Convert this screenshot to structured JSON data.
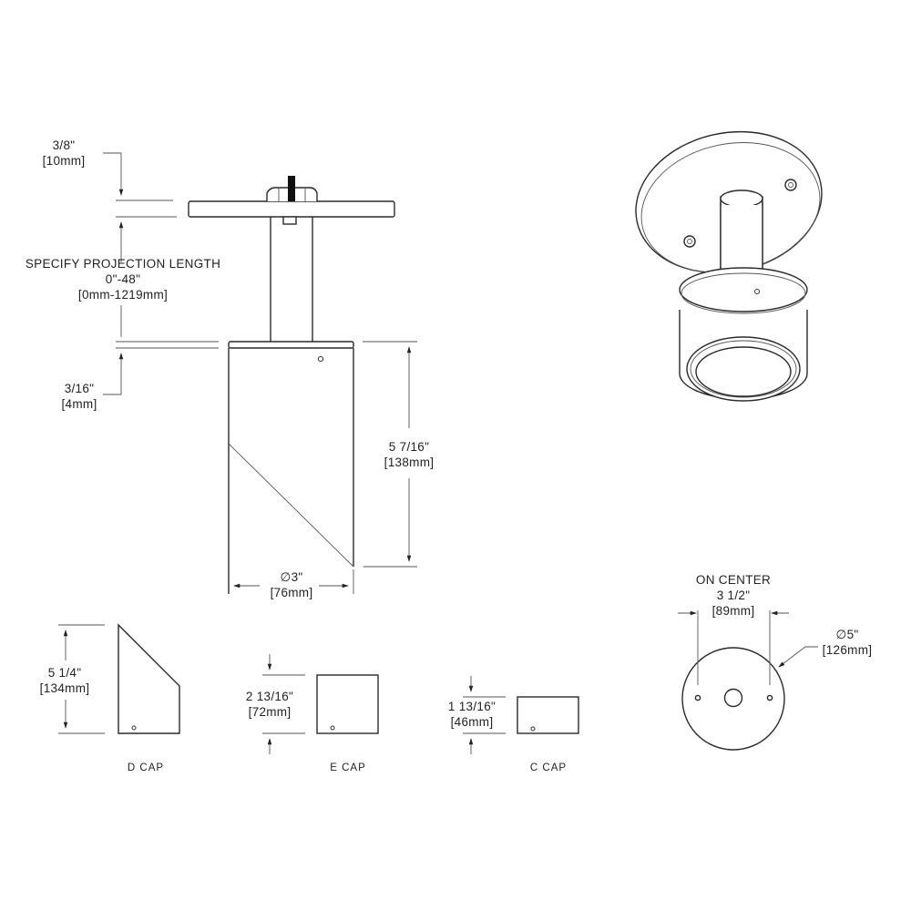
{
  "side_view": {
    "plate_thickness": {
      "imperial": "3/8\"",
      "metric": "10mm"
    },
    "projection": {
      "title": "SPECIFY PROJECTION LENGTH",
      "imperial": "0\"-48\"",
      "metric": "0mm-1219mm"
    },
    "gap": {
      "imperial": "3/16\"",
      "metric": "4mm"
    },
    "body_height": {
      "imperial": "5 7/16\"",
      "metric": "138mm"
    },
    "body_diameter": {
      "imperial": "∅3\"",
      "metric": "76mm"
    }
  },
  "caps": [
    {
      "name": "D CAP",
      "imperial": "5 1/4\"",
      "metric": "134mm"
    },
    {
      "name": "E CAP",
      "imperial": "2 13/16\"",
      "metric": "72mm"
    },
    {
      "name": "C CAP",
      "imperial": "1 13/16\"",
      "metric": "46mm"
    }
  ],
  "plate_view": {
    "on_center_title": "ON CENTER",
    "on_center_imperial": "3 1/2\"",
    "on_center_metric": "89mm",
    "diameter_imperial": "∅5\"",
    "diameter_metric": "126mm"
  },
  "colors": {
    "line": "#2a2a2a",
    "background": "#ffffff"
  }
}
